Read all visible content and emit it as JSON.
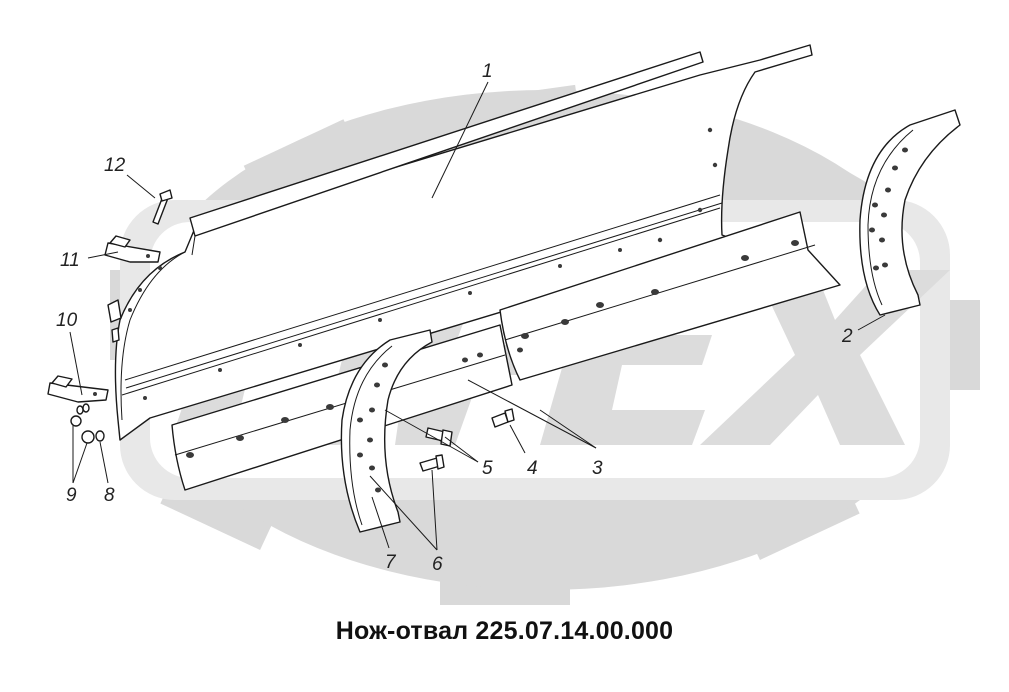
{
  "caption": "Нож-отвал 225.07.14.00.000",
  "watermark": "OPEX",
  "callouts": {
    "c1": "1",
    "c2": "2",
    "c3": "3",
    "c4": "4",
    "c5": "5",
    "c6": "6",
    "c7": "7",
    "c8": "8",
    "c9": "9",
    "c10": "10",
    "c11": "11",
    "c12": "12"
  },
  "colors": {
    "watermark": "#d9d9d9",
    "line": "#1a1a1a"
  }
}
